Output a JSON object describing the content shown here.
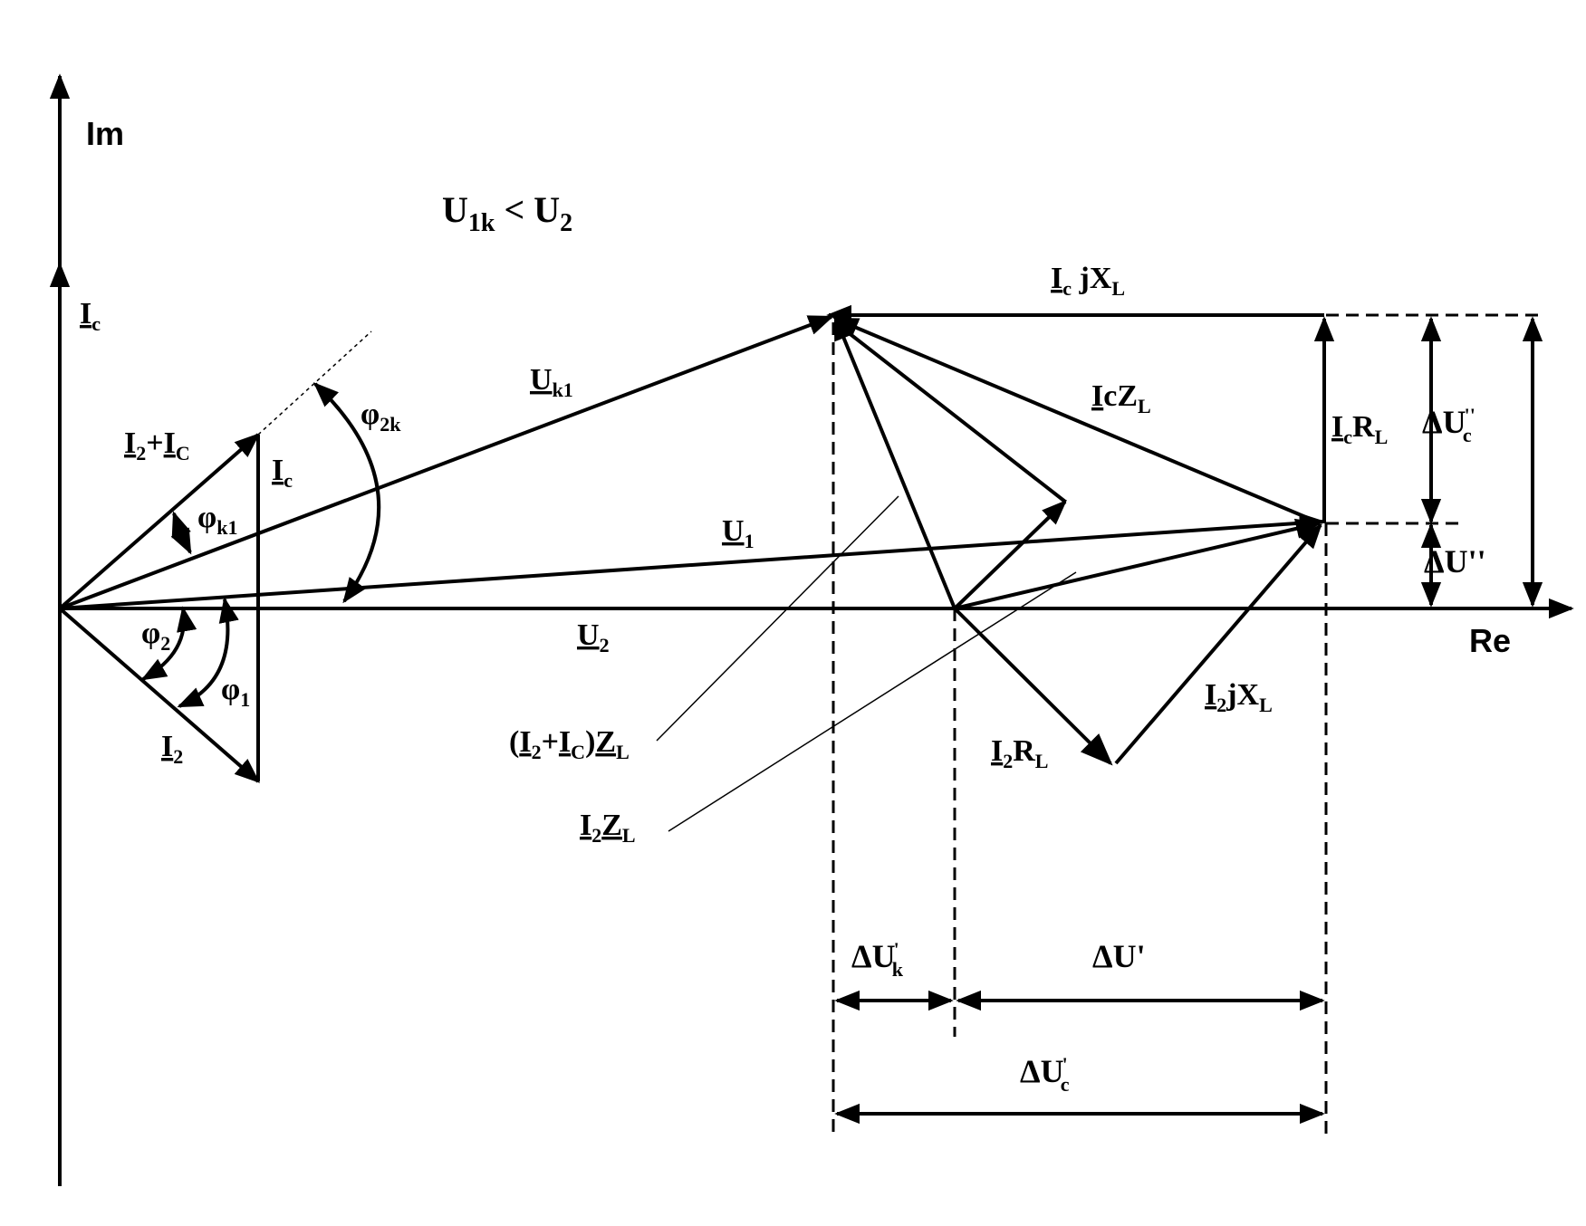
{
  "axes": {
    "im": "Im",
    "re": "Re"
  },
  "condition": {
    "main": "U",
    "sub1": "1k",
    "lt": " < ",
    "main2": "U",
    "sub2": "2"
  },
  "labels": {
    "Ic_axis": {
      "main": "I",
      "sub": "c"
    },
    "Ic_vec": {
      "main": "I",
      "sub": "c"
    },
    "I2_plus_Ic": {
      "m1": "I",
      "s1": "2",
      "plus": "+",
      "m2": "I",
      "s2": "C"
    },
    "I2": {
      "main": "I",
      "sub": "2"
    },
    "Uk1": {
      "main": "U",
      "sub": "k1"
    },
    "U1": {
      "main": "U",
      "sub": "1"
    },
    "U2": {
      "main": "U",
      "sub": "2"
    },
    "phi2k": {
      "main": "φ",
      "sub": "2k"
    },
    "phik1": {
      "main": "φ",
      "sub": "k1"
    },
    "phi2": {
      "main": "φ",
      "sub": "2"
    },
    "phi1": {
      "main": "φ",
      "sub": "1"
    },
    "IcjXL": {
      "m1": "I",
      "s1": "c",
      "mid": " jX",
      "s2": "L"
    },
    "IcZL": {
      "m1": "I",
      "mid": "cZ",
      "s2": "L"
    },
    "IcRL": {
      "m1": "I",
      "s1": "c",
      "mid": "R",
      "s2": "L"
    },
    "I2jXL": {
      "m1": "I",
      "s1": "2",
      "mid": "jX",
      "s2": "L"
    },
    "I2RL": {
      "m1": "I",
      "s1": "2",
      "mid": "R",
      "s2": "L"
    },
    "I2IcZL": {
      "p1": "(",
      "m1": "I",
      "s1": "2",
      "plus": "+",
      "m2": "I",
      "s2": "C",
      "p2": ")",
      "m3": "Z",
      "s3": "L"
    },
    "I2ZL": {
      "m1": "I",
      "s1": "2",
      "m2": "Z",
      "s2": "L"
    },
    "dUc2": {
      "main": "ΔU",
      "sup": "''",
      "sub": "c"
    },
    "dU2": {
      "main": "ΔU''"
    },
    "dUk1": {
      "main": "ΔU",
      "sup": "'",
      "sub": "k"
    },
    "dU1": {
      "main": "ΔU'"
    },
    "dUc1": {
      "main": "ΔU",
      "sup": "'",
      "sub": "c"
    }
  }
}
